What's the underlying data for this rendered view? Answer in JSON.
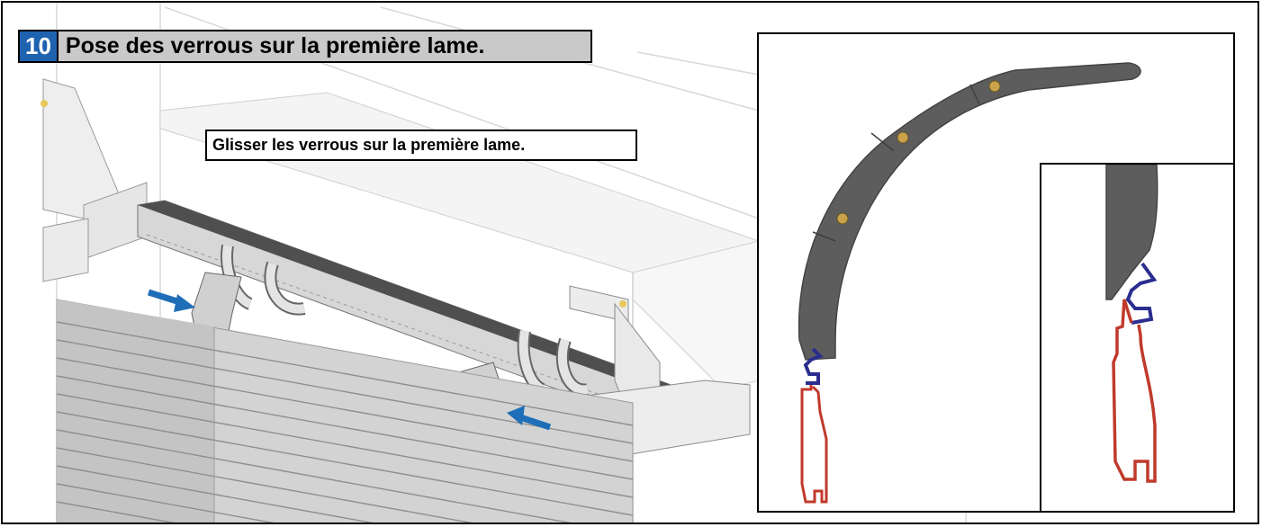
{
  "step": {
    "number": "10",
    "title": "Pose des verrous sur la première lame."
  },
  "instruction": "Glisser les verrous sur la première lame.",
  "colors": {
    "step_badge": "#1f63b0",
    "header_bg": "#c9c9c9",
    "arrow": "#1f6fb8",
    "slat_profile": "#c03a2b",
    "lock_profile": "#2b2d8f",
    "lock_body": "#5d5d5d"
  },
  "icons": [
    "arrow-right-icon",
    "arrow-left-icon"
  ]
}
